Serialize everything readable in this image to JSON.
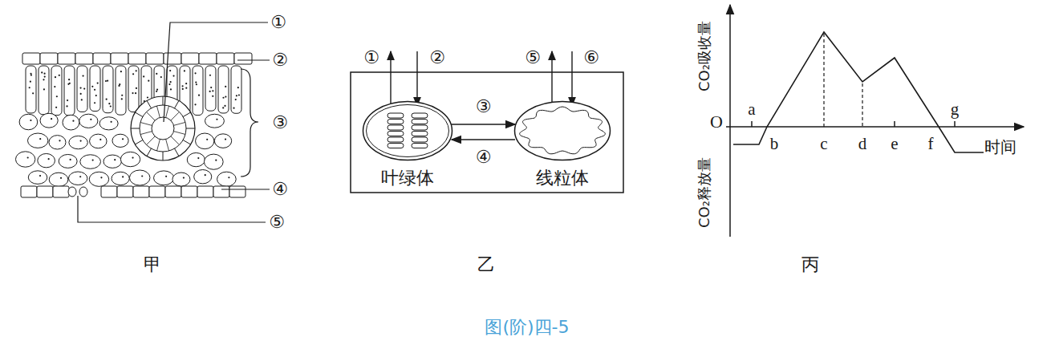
{
  "diagram": {
    "caption": "图(阶)四-5",
    "nodes": [
      {
        "text": [
          "叶绿体"
        ]
      },
      {
        "text": [
          "线粒体"
        ]
      }
    ],
    "edges": [
      {
        "from": 0,
        "to": 1,
        "arrow": "to",
        "label": "③"
      },
      {
        "from": 1,
        "to": 0,
        "arrow": "to",
        "label": "④"
      }
    ],
    "labels": [
      "①",
      "②",
      "③",
      "④",
      "⑤",
      "甲",
      "①",
      "②",
      "⑤",
      "⑥",
      "乙",
      "CO₂吸收量",
      "CO₂释放量",
      "O",
      "a",
      "b",
      "c",
      "d",
      "e",
      "f",
      "g",
      "时间",
      "丙"
    ]
  }
}
